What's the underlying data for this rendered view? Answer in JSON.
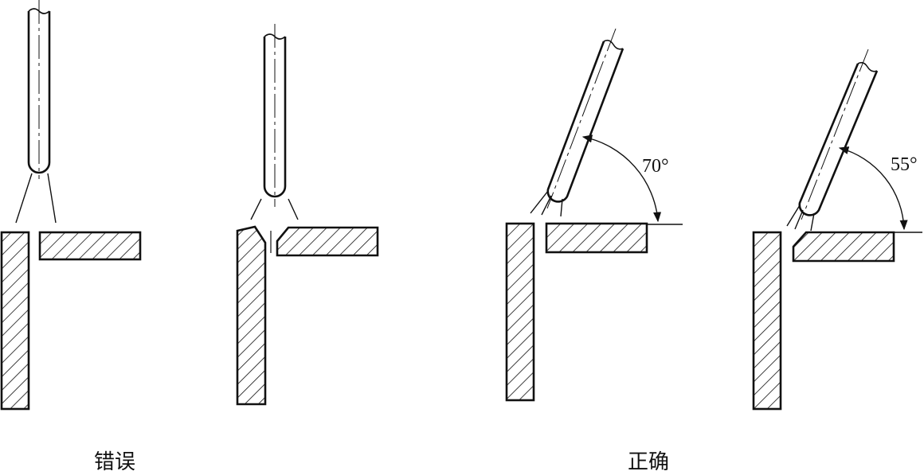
{
  "captions": {
    "wrong": "错误",
    "correct": "正确"
  },
  "angles": {
    "angle_70": "70°",
    "angle_55": "55°"
  },
  "colors": {
    "ink": "#111111",
    "background": "#ffffff"
  }
}
